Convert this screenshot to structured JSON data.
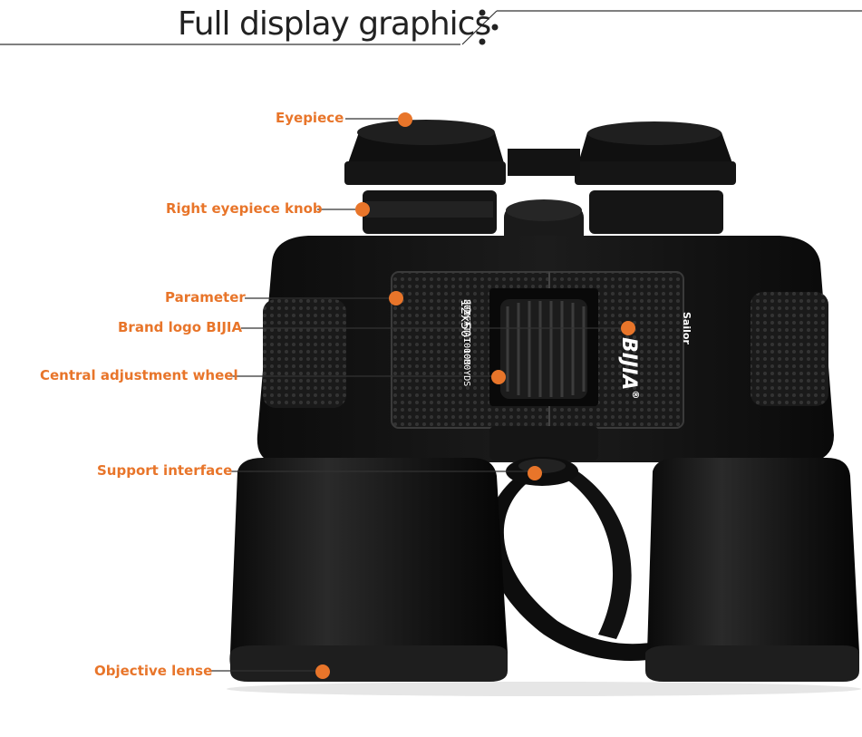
{
  "header": {
    "title": "Full display graphics"
  },
  "product": {
    "brand": "BIJIA",
    "brand_suffix": "®",
    "sub_brand": "Sailor",
    "param_main": "12x50",
    "param_line1": "261FT AT 1000YDS",
    "param_line2": "87M AT 1000M"
  },
  "callouts": [
    {
      "label": "Eyepiece"
    },
    {
      "label": "Right eyepiece knob"
    },
    {
      "label": "Parameter"
    },
    {
      "label": "Brand logo BIJIA"
    },
    {
      "label": "Central adjustment wheel"
    },
    {
      "label": "Support interface"
    },
    {
      "label": "Objective lense"
    }
  ],
  "colors": {
    "accent": "#e8752a",
    "body": "#111111",
    "line": "#333333"
  }
}
